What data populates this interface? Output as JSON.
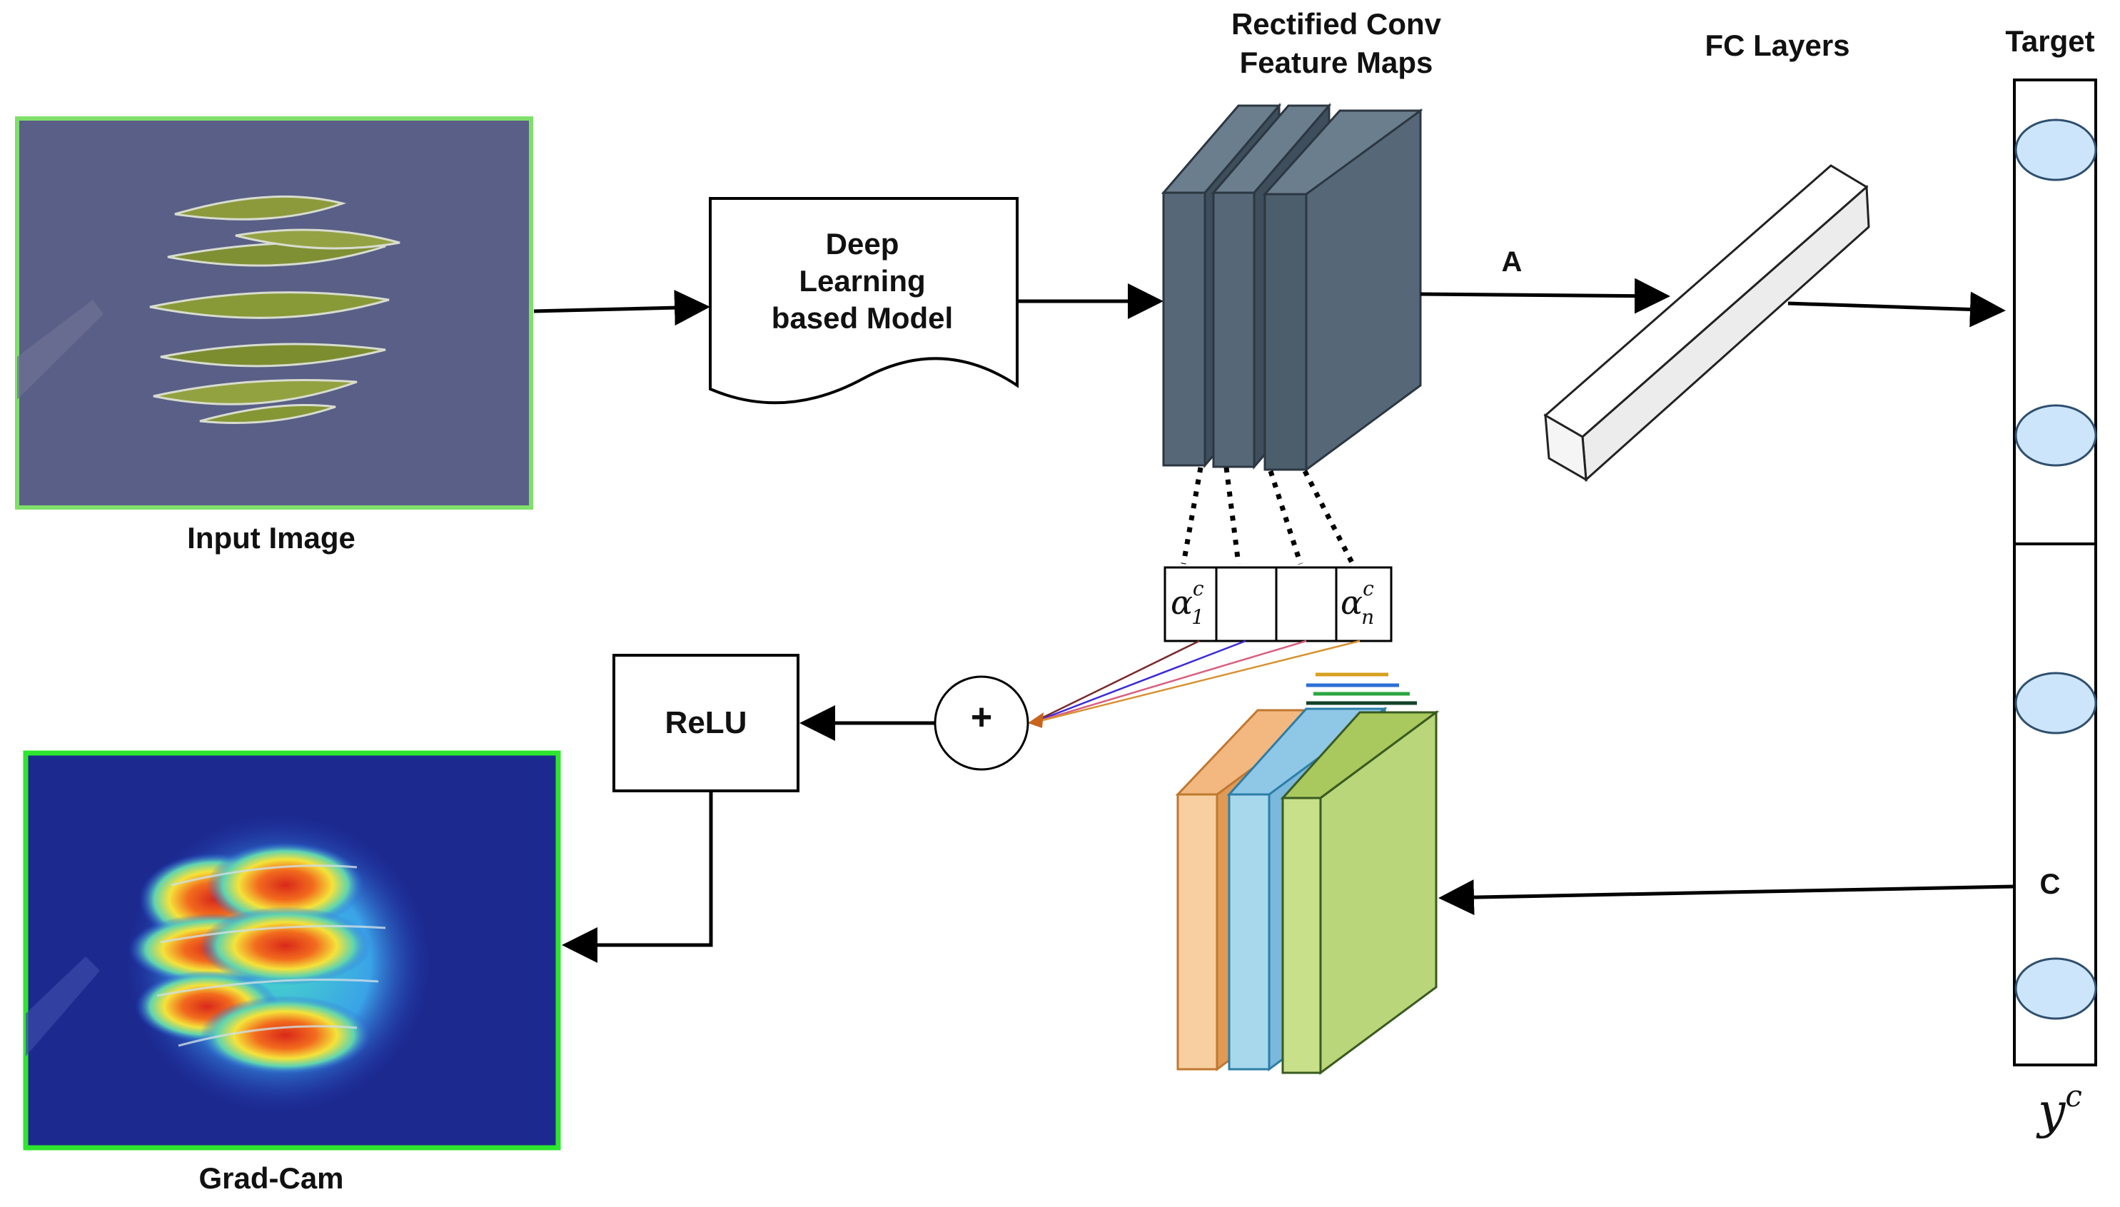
{
  "labels": {
    "input_image": "Input Image",
    "grad_cam": "Grad-Cam",
    "model_line1": "Deep",
    "model_line2": "Learning",
    "model_line3": "based Model",
    "feature_maps_line1": "Rectified Conv",
    "feature_maps_line2": "Feature Maps",
    "fc_layers": "FC Layers",
    "target": "Target",
    "a": "A",
    "c": "C",
    "relu": "ReLU",
    "plus": "+",
    "alpha": "α",
    "alpha_sub_first": "1",
    "alpha_sub_last": "n",
    "alpha_sup": "c",
    "y": "y",
    "y_sup": "c"
  },
  "colors": {
    "input_border": "#7fe06a",
    "gradcam_border": "#2ee62e",
    "feature_map_fill": "#566878",
    "feature_map_side": "#3e4e5c",
    "target_circle": "#cce5fa",
    "grad_orange": "#f7cfa0",
    "grad_blue": "#a8d8ec",
    "grad_green": "#b9d67a"
  }
}
